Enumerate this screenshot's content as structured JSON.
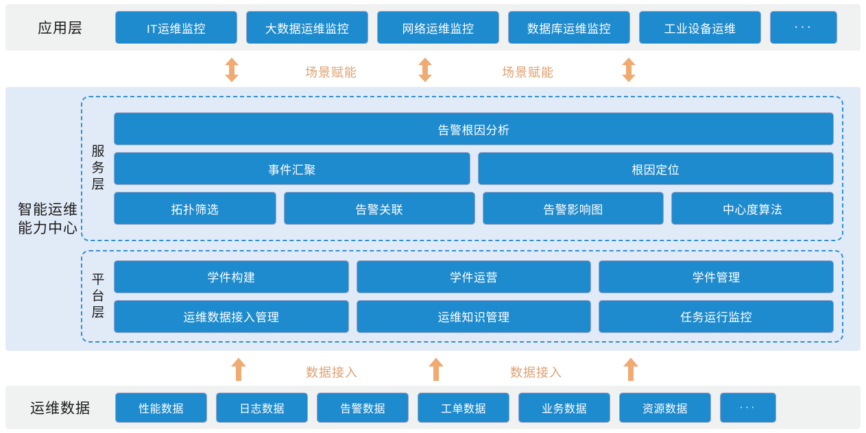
{
  "application_layer": {
    "title": "应用层",
    "items": [
      {
        "label": "IT运维监控",
        "width": 178
      },
      {
        "label": "大数据运维监控",
        "width": 178
      },
      {
        "label": "网络运维监控",
        "width": 178
      },
      {
        "label": "数据库运维监控",
        "width": 178
      },
      {
        "label": "工业设备运维",
        "width": 178
      },
      {
        "label": "···",
        "width": 98
      }
    ]
  },
  "connectors_top": {
    "labels": [
      "场景赋能",
      "场景赋能"
    ],
    "arrow_kind": "double-vertical",
    "arrow_color": "#F0AA72",
    "count": 3
  },
  "capability_center": {
    "title": [
      "智能",
      "运维",
      "能力",
      "中心"
    ],
    "service_layer": {
      "label": [
        "服",
        "务",
        "层"
      ],
      "rows": [
        [
          {
            "label": "告警根因分析",
            "flex": 1
          }
        ],
        [
          {
            "label": "事件汇聚",
            "flex": 1
          },
          {
            "label": "根因定位",
            "flex": 1
          }
        ],
        [
          {
            "label": "拓扑筛选",
            "flex": 1
          },
          {
            "label": "告警关联",
            "flex": 1.18
          },
          {
            "label": "告警影响图",
            "flex": 1.12
          },
          {
            "label": "中心度算法",
            "flex": 1
          }
        ]
      ]
    },
    "platform_layer": {
      "label": [
        "平",
        "台",
        "层"
      ],
      "rows": [
        [
          {
            "label": "学件构建",
            "flex": 1
          },
          {
            "label": "学件运营",
            "flex": 1
          },
          {
            "label": "学件管理",
            "flex": 1
          }
        ],
        [
          {
            "label": "运维数据接入管理",
            "flex": 1
          },
          {
            "label": "运维知识管理",
            "flex": 1
          },
          {
            "label": "任务运行监控",
            "flex": 1
          }
        ]
      ]
    }
  },
  "connectors_bottom": {
    "labels": [
      "数据接入",
      "数据接入"
    ],
    "arrow_kind": "single-up",
    "arrow_color": "#F0AA72",
    "count": 3
  },
  "data_layer": {
    "title": "运维数据",
    "items": [
      {
        "label": "性能数据",
        "width": 134
      },
      {
        "label": "日志数据",
        "width": 134
      },
      {
        "label": "告警数据",
        "width": 134
      },
      {
        "label": "工单数据",
        "width": 134
      },
      {
        "label": "业务数据",
        "width": 134
      },
      {
        "label": "资源数据",
        "width": 134
      },
      {
        "label": "···",
        "width": 82
      }
    ]
  },
  "colors": {
    "box_fill": "#1E8BCE",
    "band_gray": "#f0f1f1",
    "band_blue": "#e1eaf7",
    "dashed_border": "#2E8FD4",
    "arrow": "#F0AA72"
  }
}
